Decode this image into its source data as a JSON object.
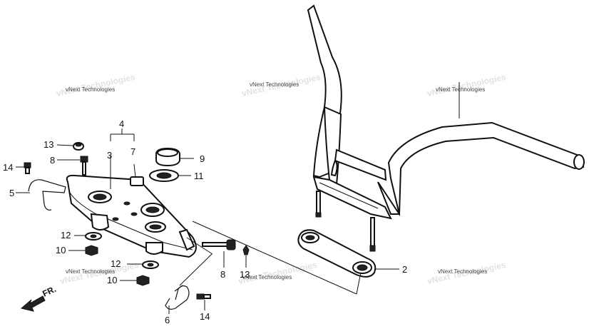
{
  "watermark": {
    "text": "vNext Technologies"
  },
  "front_indicator": {
    "label": "FR."
  },
  "callouts": {
    "c2": "2",
    "c3": "3",
    "c4": "4",
    "c5": "5",
    "c6": "6",
    "c7": "7",
    "c8_top": "8",
    "c8_bottom": "8",
    "c9": "9",
    "c10_upper": "10",
    "c10_lower": "10",
    "c11": "11",
    "c12_upper": "12",
    "c12_lower": "12",
    "c13_top": "13",
    "c13_bottom": "13",
    "c14_top": "14",
    "c14_bottom": "14"
  }
}
